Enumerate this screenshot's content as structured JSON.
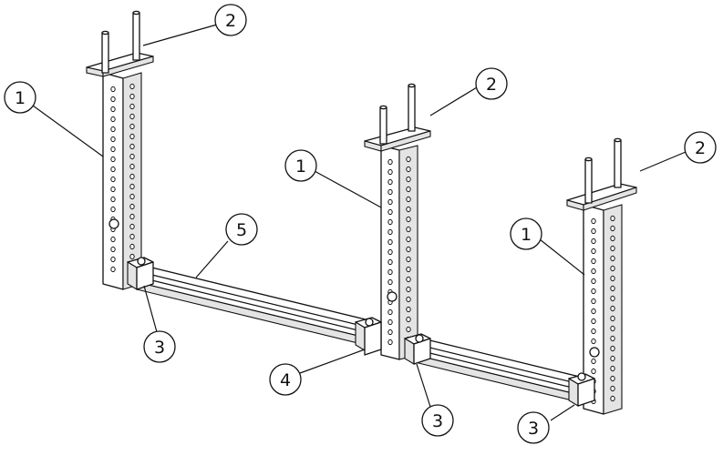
{
  "diagram": {
    "type": "exploded-assembly",
    "balloons": [
      {
        "id": "b1a",
        "label": "1"
      },
      {
        "id": "b1b",
        "label": "1"
      },
      {
        "id": "b1c",
        "label": "1"
      },
      {
        "id": "b2a",
        "label": "2"
      },
      {
        "id": "b2b",
        "label": "2"
      },
      {
        "id": "b2c",
        "label": "2"
      },
      {
        "id": "b3a",
        "label": "3"
      },
      {
        "id": "b3b",
        "label": "3"
      },
      {
        "id": "b3c",
        "label": "3"
      },
      {
        "id": "b4",
        "label": "4"
      },
      {
        "id": "b5",
        "label": "5"
      }
    ]
  }
}
